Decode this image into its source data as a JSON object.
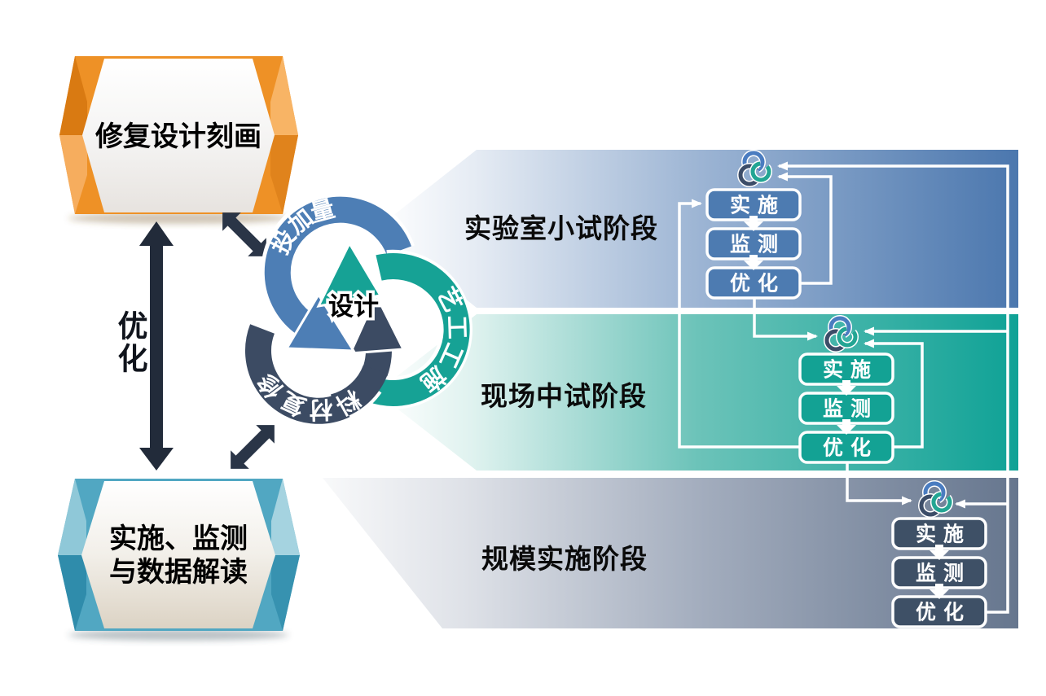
{
  "banner_top": {
    "label": "修复设计刻画"
  },
  "banner_bottom": {
    "line1": "实施、监测",
    "line2": "与数据解读"
  },
  "optimize": {
    "label": "优化"
  },
  "cycle": {
    "center_label": "设计",
    "rings": [
      {
        "name": "dosage",
        "label": "投加量",
        "color": "#4d7eb5"
      },
      {
        "name": "construction-process",
        "label": "施工工艺",
        "color": "#16a295"
      },
      {
        "name": "repair-material",
        "label": "修复材料",
        "color": "#3c4b63"
      }
    ]
  },
  "stages": [
    {
      "label": "实验室小试阶段",
      "steps": [
        "实施",
        "监测",
        "优化"
      ],
      "box_color": "#4d7bb1",
      "band_color_right": "#4b77ae"
    },
    {
      "label": "现场中试阶段",
      "steps": [
        "实施",
        "监测",
        "优化"
      ],
      "box_color": "#13a294",
      "band_color_right": "#0fa296"
    },
    {
      "label": "规模实施阶段",
      "steps": [
        "实施",
        "监测",
        "优化"
      ],
      "box_color": "#3e5066",
      "band_color_right": "#68788f"
    }
  ]
}
